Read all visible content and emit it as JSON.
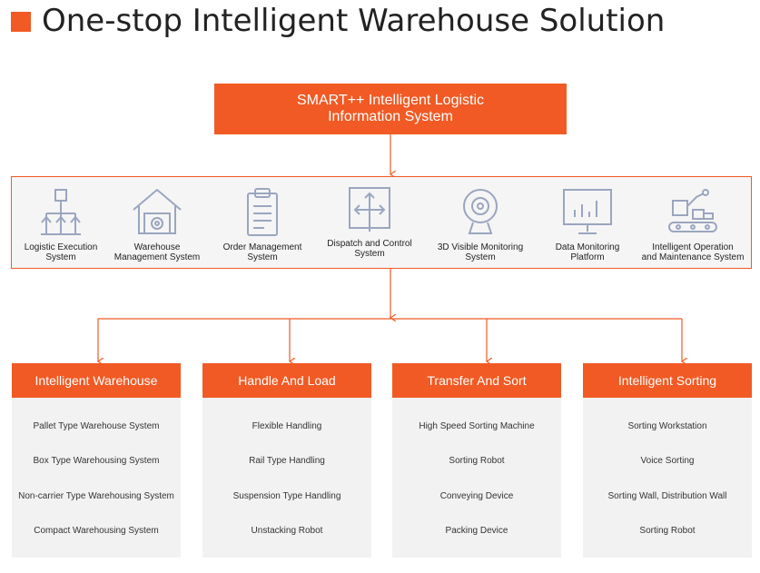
{
  "header": {
    "title": "One-stop Intelligent Warehouse Solution"
  },
  "top_box": {
    "line1": "SMART++ Intelligent Logistic",
    "line2": "Information System"
  },
  "systems": [
    {
      "icon": "logistic-execution-icon",
      "line1": "Logistic Execution",
      "line2": "System"
    },
    {
      "icon": "warehouse-icon",
      "line1": "Warehouse",
      "line2": "Management System"
    },
    {
      "icon": "clipboard-icon",
      "line1": "Order Management",
      "line2": "System"
    },
    {
      "icon": "dispatch-arrows-icon",
      "line1": "Dispatch and Control",
      "line2": "System"
    },
    {
      "icon": "camera-icon",
      "line1": "3D Visible Monitoring",
      "line2": "System"
    },
    {
      "icon": "monitor-chart-icon",
      "line1": "Data Monitoring",
      "line2": "Platform"
    },
    {
      "icon": "robot-maintenance-icon",
      "line1": "Intelligent Operation",
      "line2": "and Maintenance System"
    }
  ],
  "categories": [
    {
      "title": "Intelligent Warehouse",
      "items": [
        "Pallet Type Warehouse System",
        "Box Type Warehousing System",
        "Non-carrier Type Warehousing System",
        "Compact Warehousing System"
      ]
    },
    {
      "title": "Handle And Load",
      "items": [
        "Flexible Handling",
        "Rail Type Handling",
        "Suspension Type Handling",
        "Unstacking Robot"
      ]
    },
    {
      "title": "Transfer And Sort",
      "items": [
        "High Speed Sorting Machine",
        "Sorting Robot",
        "Conveying Device",
        "Packing Device"
      ]
    },
    {
      "title": "Intelligent Sorting",
      "items": [
        "Sorting Workstation",
        "Voice Sorting",
        "Sorting Wall, Distribution Wall",
        "Sorting Robot"
      ]
    }
  ],
  "colors": {
    "accent": "#f15a24",
    "icon": "#9aa6bf",
    "panel_bg": "#f5f5f5",
    "card_bg": "#f2f2f2"
  }
}
